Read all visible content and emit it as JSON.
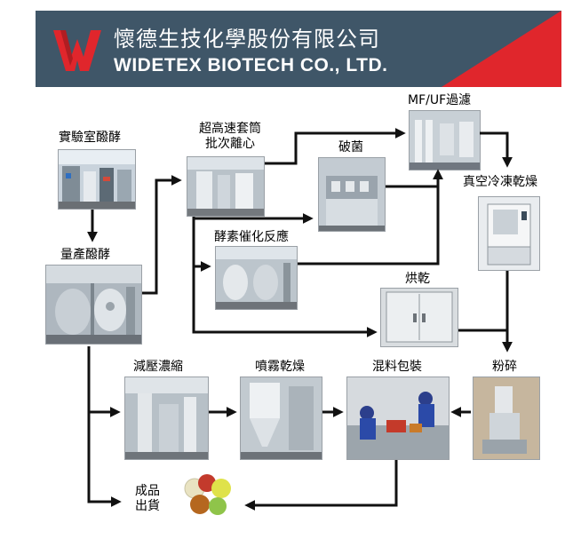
{
  "header": {
    "company_cn": "懷德生技化學股份有限公司",
    "company_en": "WIDETEX BIOTECH CO., LTD.",
    "logo_letter": "W",
    "colors": {
      "bar": "#3f5668",
      "accent": "#e0262c",
      "text": "#ffffff"
    }
  },
  "steps": {
    "lab_fermentation": "實驗室醱酵",
    "mass_fermentation": "量產醱酵",
    "centrifuge": [
      "超高速套筒",
      "批次離心"
    ],
    "cell_break": "破菌",
    "enzyme": "酵素催化反應",
    "mf_uf": "MF/UF過濾",
    "freeze_dry": "真空冷凍乾燥",
    "oven_dry": "烘乾",
    "vacuum_concentrate": "減壓濃縮",
    "spray_dry": "噴霧乾燥",
    "mix_pack": "混料包裝",
    "grind": "粉碎",
    "product_ship": [
      "成品",
      "出貨"
    ]
  },
  "colors": {
    "arrow": "#111111"
  }
}
